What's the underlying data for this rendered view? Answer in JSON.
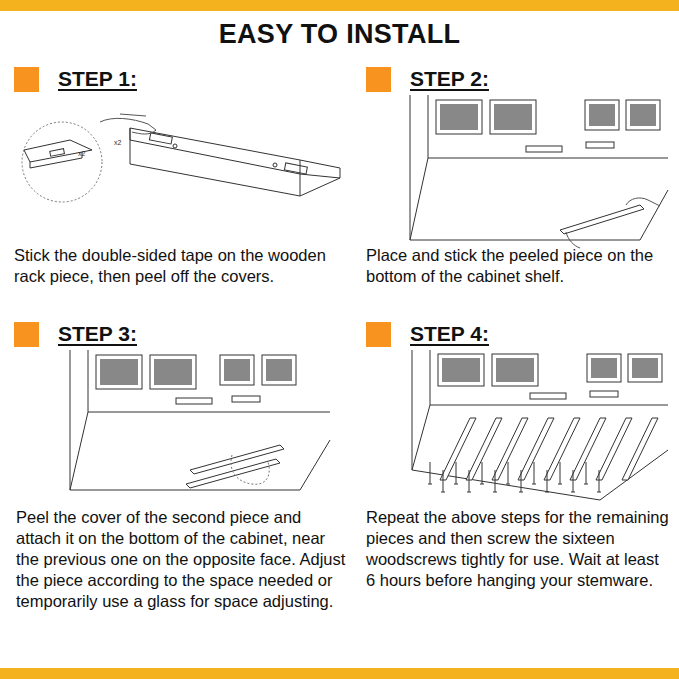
{
  "diagram": {
    "title": "EASY TO INSTALL",
    "labels": [
      "STEP 1:",
      "Stick the double-sided tape on the wooden rack piece, then peel off the covers.",
      "x2",
      "x2",
      "STEP 2:",
      "Place and stick the peeled piece on the bottom of the cabinet shelf.",
      "STEP 3:",
      "Peel the cover of the second piece and attach it on the bottom of the cabinet, near the previous one on the opposite face. Adjust the piece according to the space needed or temporarily use a glass for space adjusting.",
      "STEP 4:",
      "Repeat the above steps for the remaining pieces and then screw the sixteen woodscrews tightly for use. Wait at least 6 hours before hanging your stemware."
    ]
  }
}
